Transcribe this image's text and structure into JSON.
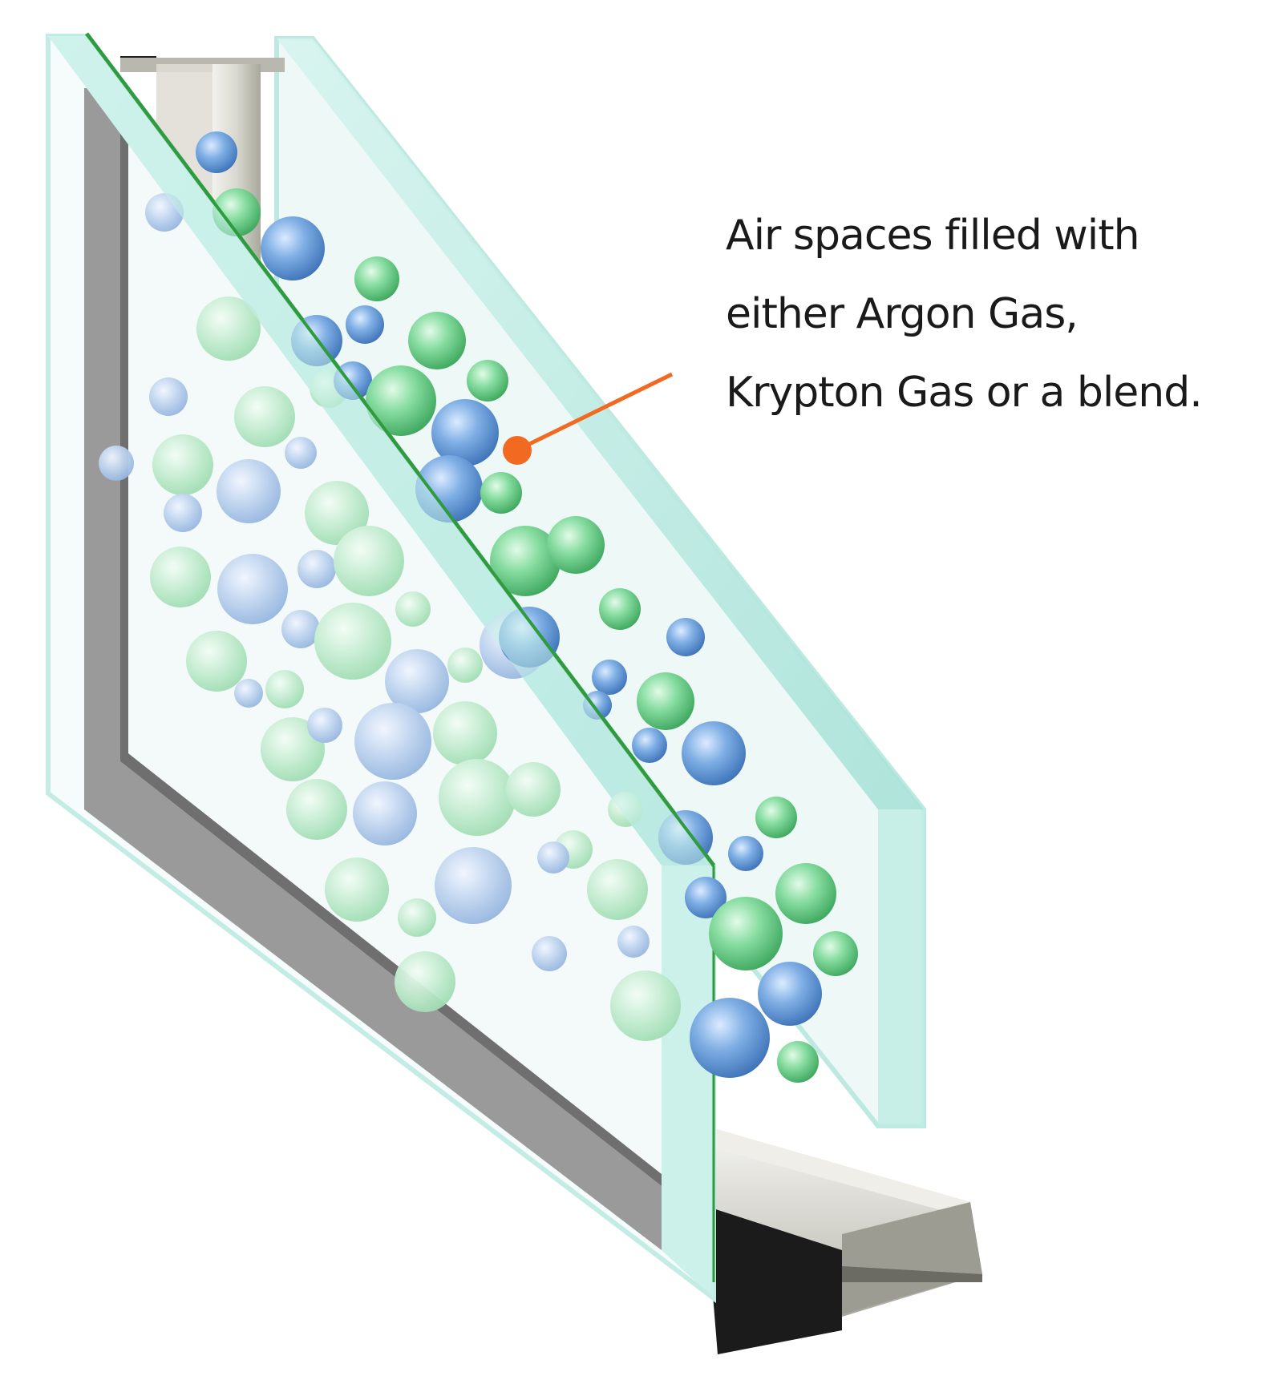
{
  "callout": {
    "lines": [
      "Air spaces filled with",
      "either Argon Gas,",
      "Krypton Gas or a blend."
    ]
  },
  "colors": {
    "glass_edge": "#b9ebe3",
    "glass_face": "#e9f8f6",
    "spacer": "#8f8f8f",
    "argon_bubble": "#5d93d3",
    "krypton_bubble": "#6fce8f",
    "pointer": "#f26a21",
    "low_e_coating": "#2f9a3e"
  }
}
